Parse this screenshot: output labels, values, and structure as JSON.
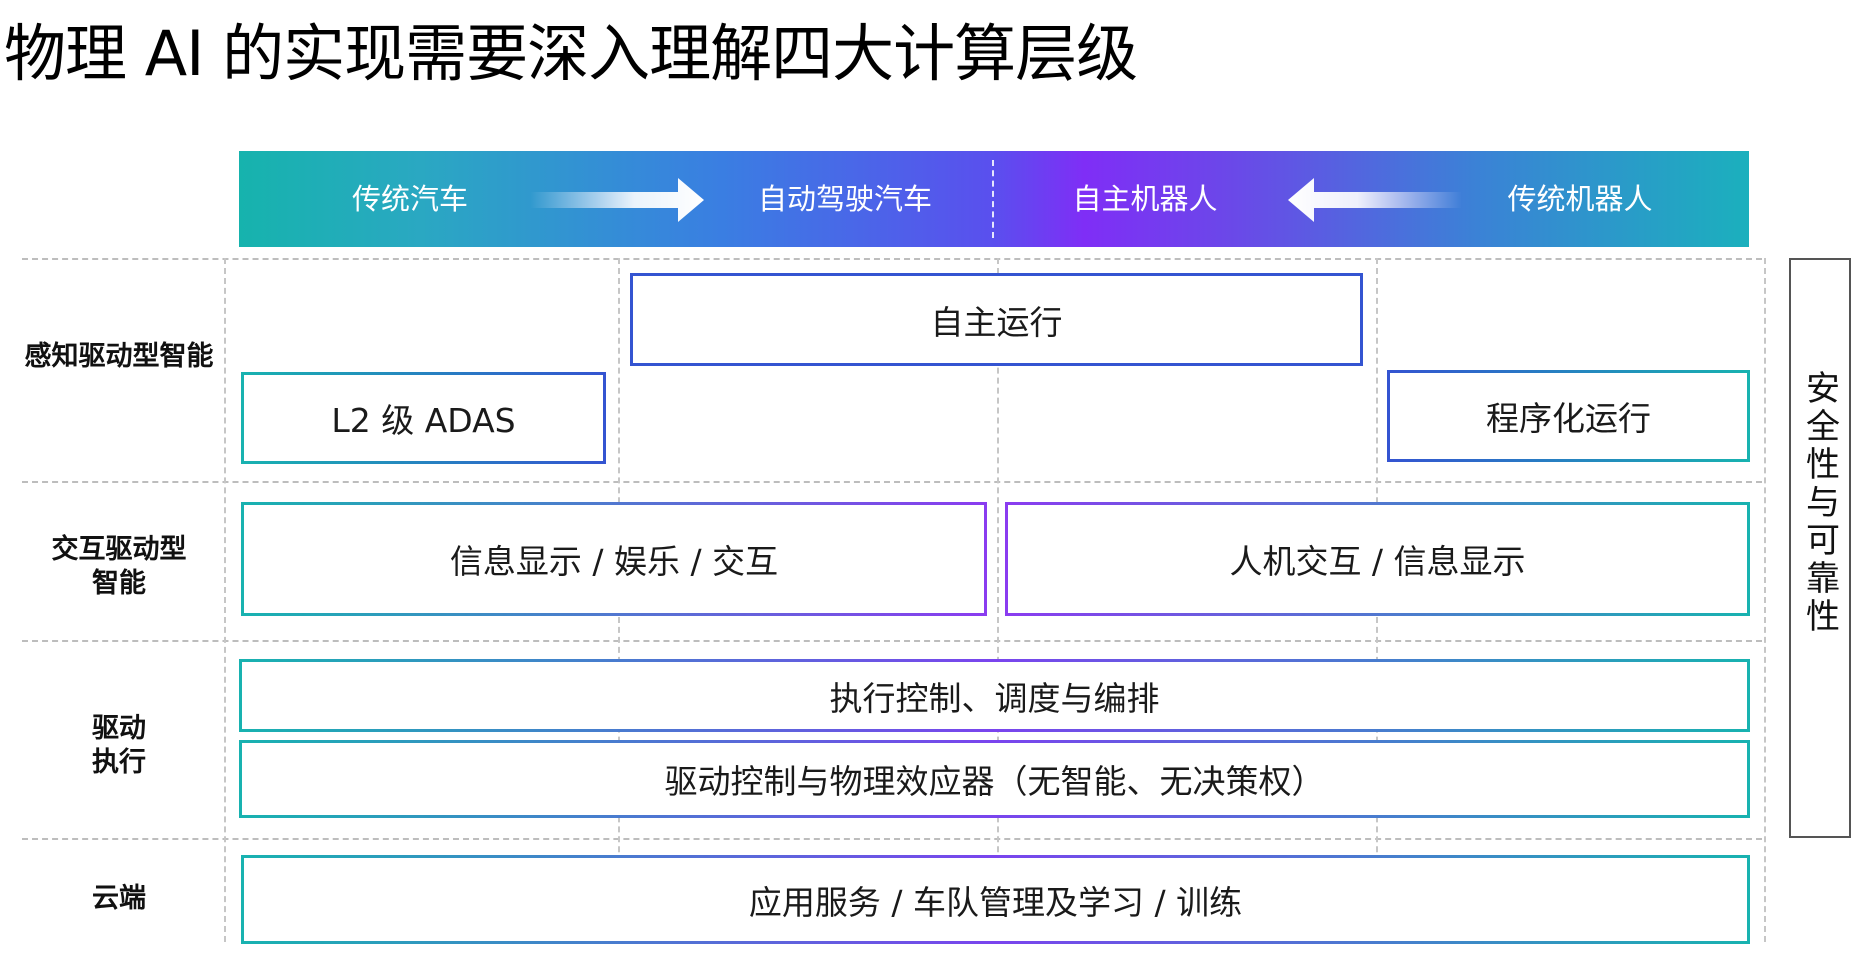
{
  "title": "物理 AI 的实现需要深入理解四大计算层级",
  "banner": {
    "items": [
      "传统汽车",
      "自动驾驶汽车",
      "自主机器人",
      "传统机器人"
    ],
    "arrow_icons": [
      "arrow-right-icon",
      "arrow-left-icon"
    ]
  },
  "rows": {
    "perception": "感知驱动型智能",
    "interaction": [
      "交互驱动型",
      "智能"
    ],
    "actuation": [
      "驱动",
      "执行"
    ],
    "cloud": "云端"
  },
  "boxes": {
    "autonomous_operation": "自主运行",
    "l2_adas": "L2 级 ADAS",
    "programmed_operation": "程序化运行",
    "infotainment": "信息显示 / 娱乐 / 交互",
    "hmi": "人机交互 / 信息显示",
    "execution_control": "执行控制、调度与编排",
    "actuator_control": "驱动控制与物理效应器（无智能、无决策权）",
    "cloud_services": "应用服务 / 车队管理及学习 / 训练"
  },
  "side_label": "安全性与可靠性",
  "colors": {
    "teal": "#18b2b0",
    "blue": "#3454d1",
    "purple": "#8a3cf0"
  }
}
